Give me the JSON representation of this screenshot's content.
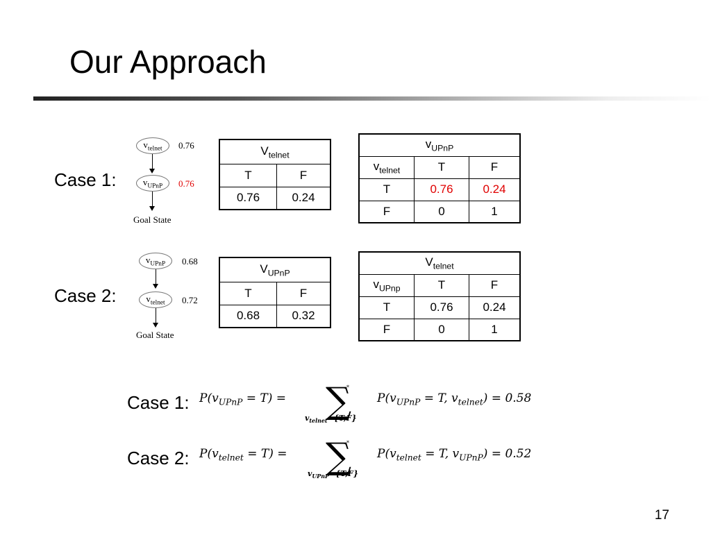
{
  "slide": {
    "title": "Our Approach",
    "page_number": "17"
  },
  "case1": {
    "label": "Case 1:",
    "diagram": {
      "node1": {
        "var": "v",
        "sub": "telnet",
        "prob": "0.76"
      },
      "node2": {
        "var": "v",
        "sub": "UPnP",
        "prob": "0.76",
        "prob_color": "#e00000"
      },
      "goal": "Goal State"
    },
    "prior_table": {
      "header_var": "V",
      "header_sub": "telnet",
      "col_labels": [
        "T",
        "F"
      ],
      "values": [
        "0.76",
        "0.24"
      ]
    },
    "cpt_table": {
      "header_var": "v",
      "header_sub": "UPnP",
      "row_header_var": "v",
      "row_header_sub": "telnet",
      "col_labels": [
        "T",
        "F"
      ],
      "rows": [
        {
          "label": "T",
          "values": [
            "0.76",
            "0.24"
          ]
        },
        {
          "label": "F",
          "values": [
            "0",
            "1"
          ]
        }
      ]
    }
  },
  "case2": {
    "label": "Case 2:",
    "diagram": {
      "node1": {
        "var": "v",
        "sub": "UPnP",
        "prob": "0.68"
      },
      "node2": {
        "var": "v",
        "sub": "telnet",
        "prob": "0.72"
      },
      "goal": "Goal State"
    },
    "prior_table": {
      "header_var": "V",
      "header_sub": "UPnP",
      "col_labels": [
        "T",
        "F"
      ],
      "values": [
        "0.68",
        "0.32"
      ]
    },
    "cpt_table": {
      "header_var": "V",
      "header_sub": "telnet",
      "row_header_var": "v",
      "row_header_sub": "UPnp",
      "col_labels": [
        "T",
        "F"
      ],
      "rows": [
        {
          "label": "T",
          "values": [
            "0.76",
            "0.24"
          ]
        },
        {
          "label": "F",
          "values": [
            "0",
            "1"
          ]
        }
      ]
    }
  },
  "formulas": [
    {
      "label": "Case 1:",
      "lhs": "P(v",
      "lhs_sub": "UPnP",
      "lhs_tail": " = T) =",
      "sum_lower": "v",
      "sum_lower_sub": "telnet",
      "sum_lower_tail": "={T,F}",
      "rhs": "P(v",
      "rhs_sub1": "UPnP",
      "rhs_mid": " = T, v",
      "rhs_sub2": "telnet",
      "rhs_tail": ") = 0.58"
    },
    {
      "label": "Case 2:",
      "lhs": "P(v",
      "lhs_sub": "telnet",
      "lhs_tail": " = T) =",
      "sum_lower": "v",
      "sum_lower_sub": "UPnP",
      "sum_lower_tail": "={T,F}",
      "rhs": "P(v",
      "rhs_sub1": "telnet",
      "rhs_mid": " = T, v",
      "rhs_sub2": "UPnP",
      "rhs_tail": ") = 0.52"
    }
  ],
  "colors": {
    "highlight": "#e00000"
  }
}
